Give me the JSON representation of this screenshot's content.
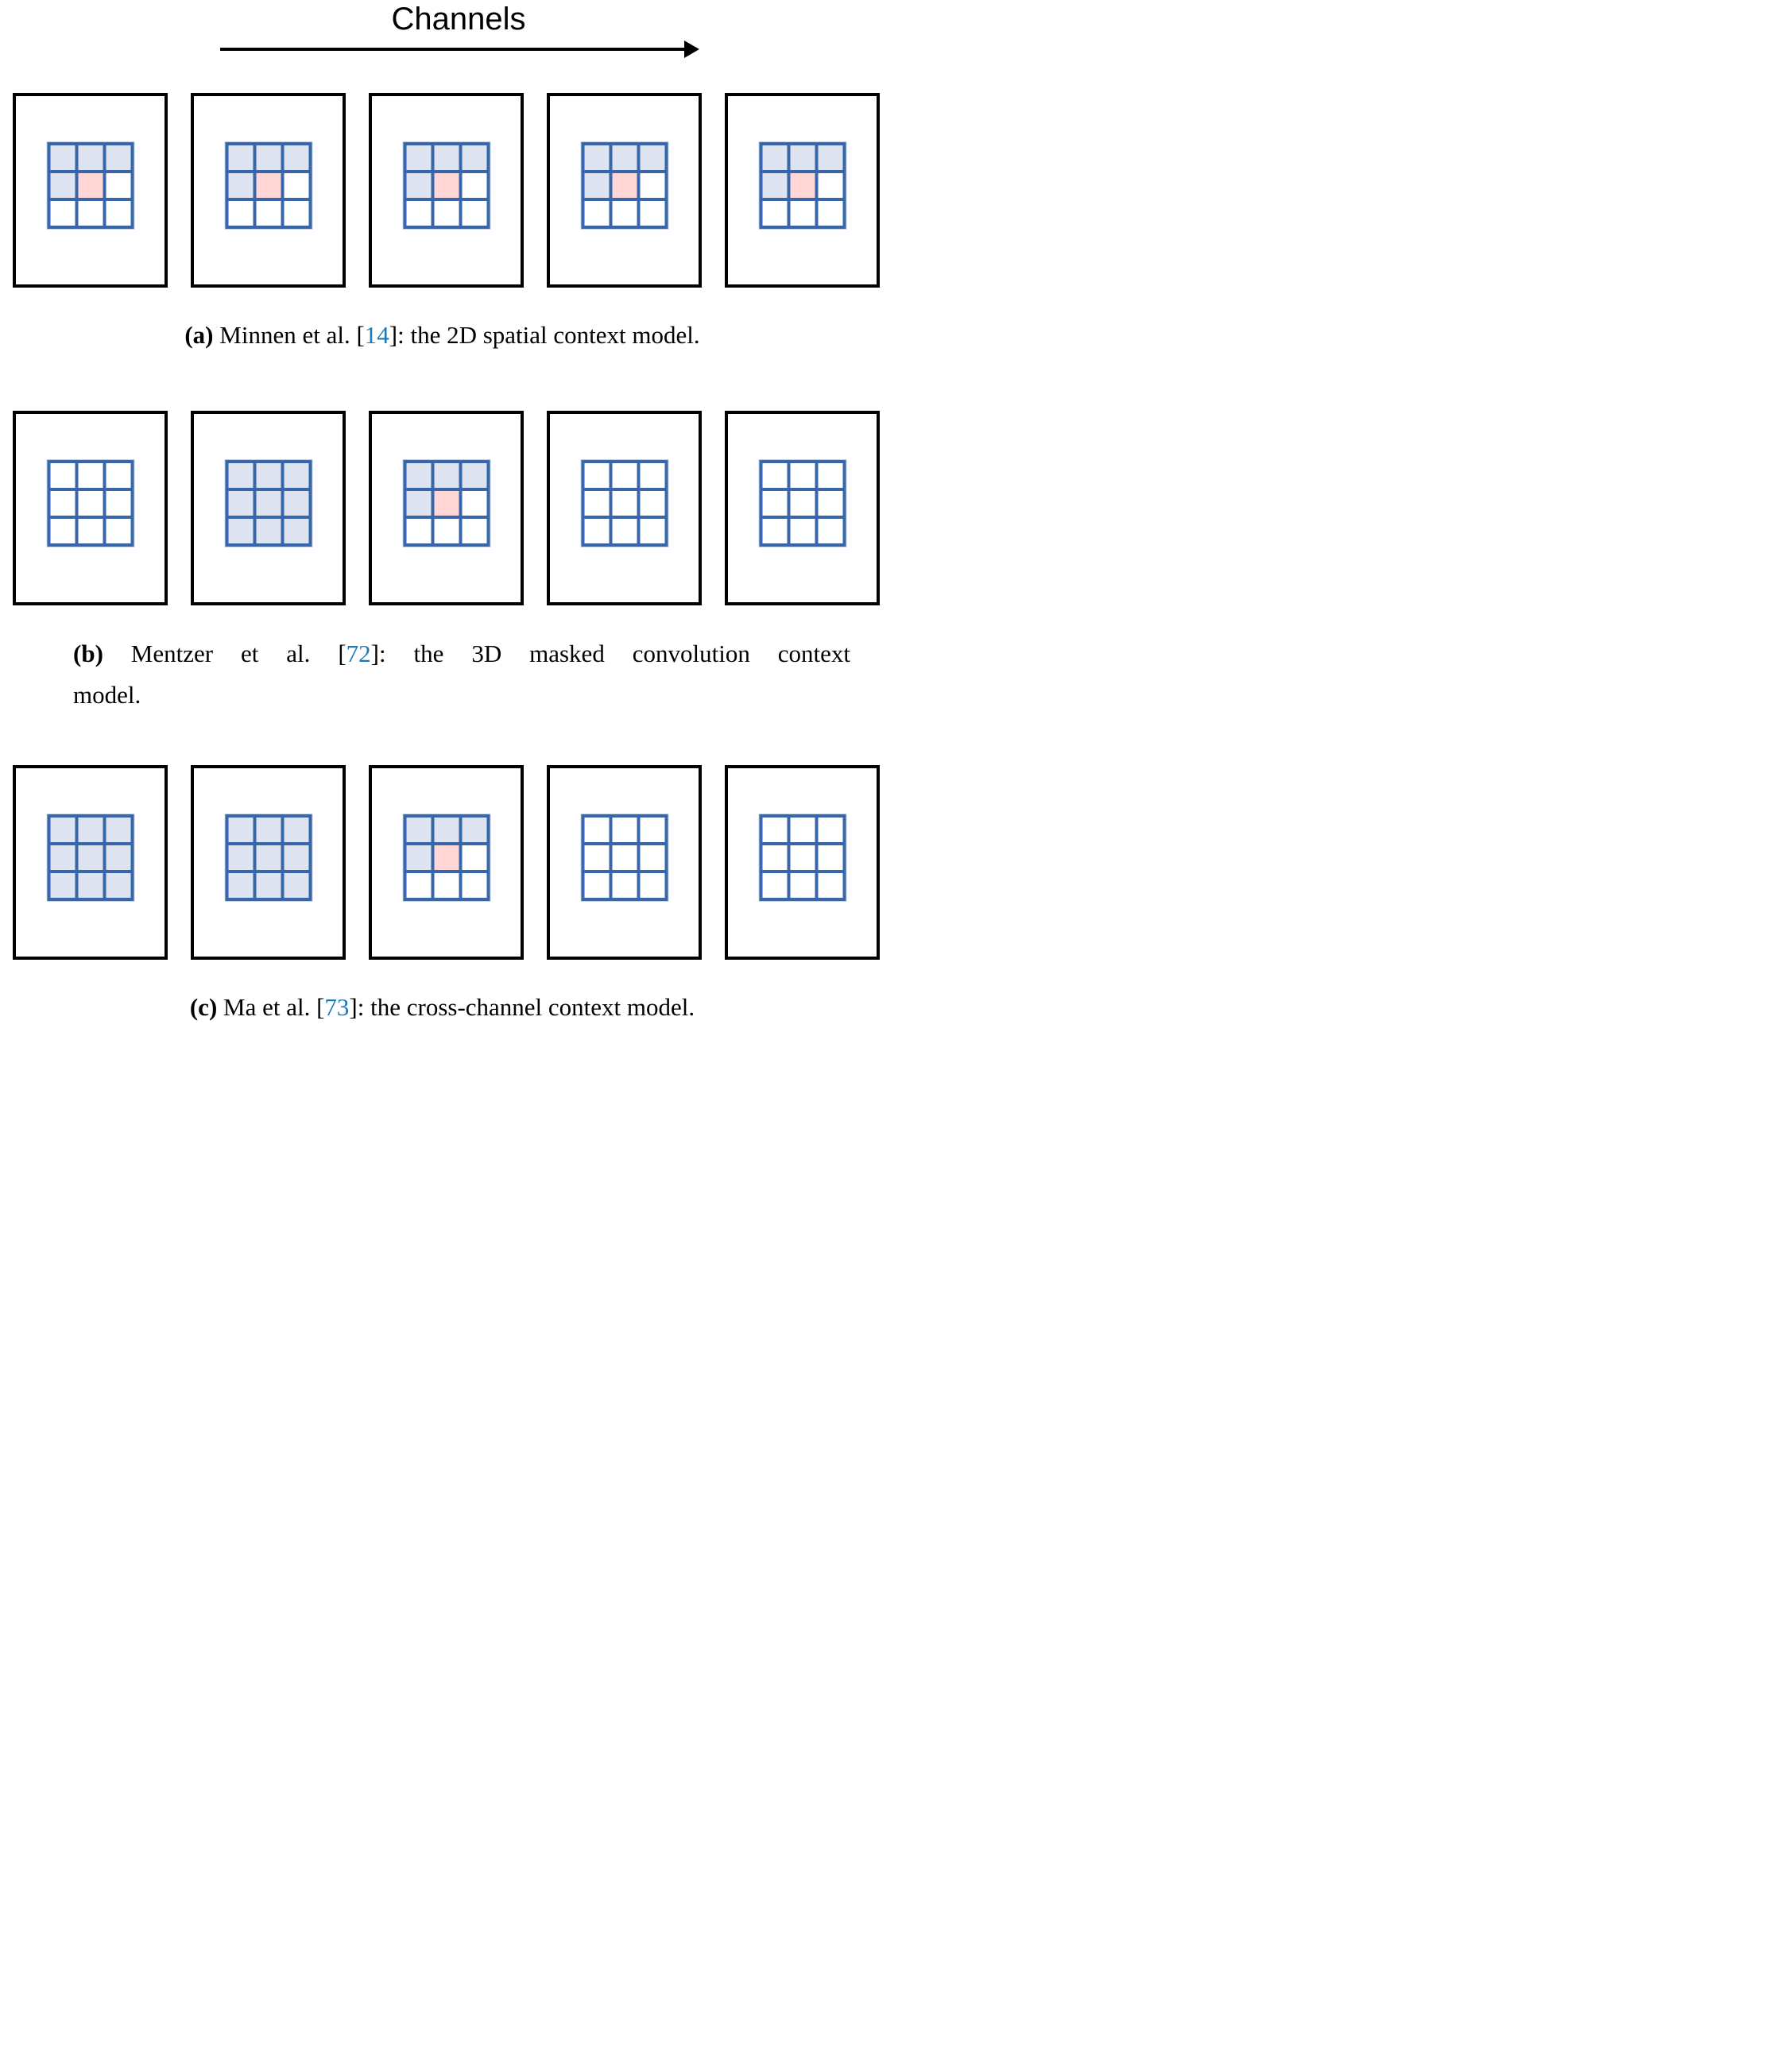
{
  "header": {
    "title": "Channels"
  },
  "colors": {
    "grid_line_blue": "#3866a8",
    "context_cell_blue": "#dde4f0",
    "current_cell_pink": "#ffd7d7",
    "empty_cell_white": "#ffffff",
    "panel_border_black": "#000000",
    "citation_blue": "#1b79b8"
  },
  "rows": [
    {
      "id": "a",
      "panels": [
        [
          "b",
          "b",
          "b",
          "b",
          "p",
          "w",
          "w",
          "w",
          "w"
        ],
        [
          "b",
          "b",
          "b",
          "b",
          "p",
          "w",
          "w",
          "w",
          "w"
        ],
        [
          "b",
          "b",
          "b",
          "b",
          "p",
          "w",
          "w",
          "w",
          "w"
        ],
        [
          "b",
          "b",
          "b",
          "b",
          "p",
          "w",
          "w",
          "w",
          "w"
        ],
        [
          "b",
          "b",
          "b",
          "b",
          "p",
          "w",
          "w",
          "w",
          "w"
        ]
      ]
    },
    {
      "id": "b",
      "panels": [
        [
          "w",
          "w",
          "w",
          "w",
          "w",
          "w",
          "w",
          "w",
          "w"
        ],
        [
          "b",
          "b",
          "b",
          "b",
          "b",
          "b",
          "b",
          "b",
          "b"
        ],
        [
          "b",
          "b",
          "b",
          "b",
          "p",
          "w",
          "w",
          "w",
          "w"
        ],
        [
          "w",
          "w",
          "w",
          "w",
          "w",
          "w",
          "w",
          "w",
          "w"
        ],
        [
          "w",
          "w",
          "w",
          "w",
          "w",
          "w",
          "w",
          "w",
          "w"
        ]
      ]
    },
    {
      "id": "c",
      "panels": [
        [
          "b",
          "b",
          "b",
          "b",
          "b",
          "b",
          "b",
          "b",
          "b"
        ],
        [
          "b",
          "b",
          "b",
          "b",
          "b",
          "b",
          "b",
          "b",
          "b"
        ],
        [
          "b",
          "b",
          "b",
          "b",
          "p",
          "w",
          "w",
          "w",
          "w"
        ],
        [
          "w",
          "w",
          "w",
          "w",
          "w",
          "w",
          "w",
          "w",
          "w"
        ],
        [
          "w",
          "w",
          "w",
          "w",
          "w",
          "w",
          "w",
          "w",
          "w"
        ]
      ]
    }
  ],
  "captions": {
    "a": {
      "label": "(a)",
      "before_cite": " Minnen et al. ",
      "bracket_open": "[",
      "cite": "14",
      "bracket_close": "]",
      "after_cite": ": the 2D spatial context model."
    },
    "b": {
      "label": "(b)",
      "before_cite": " Mentzer et al. ",
      "bracket_open": "[",
      "cite": "72",
      "bracket_close": "]",
      "after_cite_line1": ": the 3D masked convolution context",
      "line2": "model."
    },
    "c": {
      "label": "(c)",
      "before_cite": " Ma et al. ",
      "bracket_open": "[",
      "cite": "73",
      "bracket_close": "]",
      "after_cite": ": the cross-channel context model."
    }
  }
}
